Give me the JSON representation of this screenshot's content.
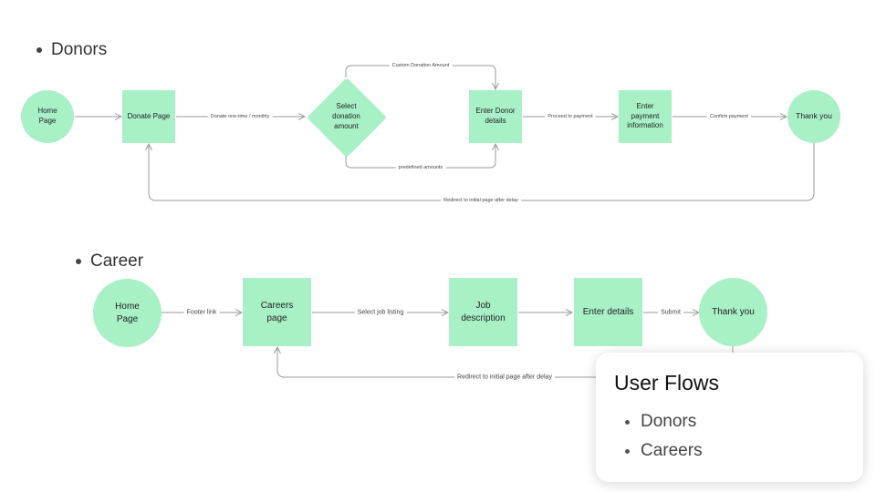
{
  "sections": {
    "donors_title": "Donors",
    "career_title": "Career"
  },
  "donors_flow": {
    "nodes": {
      "home": "Home Page",
      "donate": "Donate Page",
      "select": "Select donation amount",
      "donor_details": "Enter Donor details",
      "payment": "Enter payment information",
      "thanks": "Thank you"
    },
    "edges": {
      "donate_choice": "Donate one-time / monthly",
      "custom_amount": "Custom Donation Amount",
      "predefined": "predefined amounts",
      "proceed": "Proceed to payment",
      "confirm": "Confirm payment",
      "redirect": "Redirect to initial page after delay"
    }
  },
  "career_flow": {
    "nodes": {
      "home": "Home Page",
      "careers": "Careers page",
      "job": "Job description",
      "details": "Enter details",
      "thanks": "Thank you"
    },
    "edges": {
      "footer": "Footer link",
      "select_job": "Select job listing",
      "submit": "Submit",
      "redirect": "Redirect to initial page after delay"
    }
  },
  "summary_card": {
    "title": "User Flows",
    "items": [
      "Donors",
      "Careers"
    ]
  },
  "colors": {
    "node_fill": "#a8f0c6",
    "connector": "#9a9a9a"
  }
}
